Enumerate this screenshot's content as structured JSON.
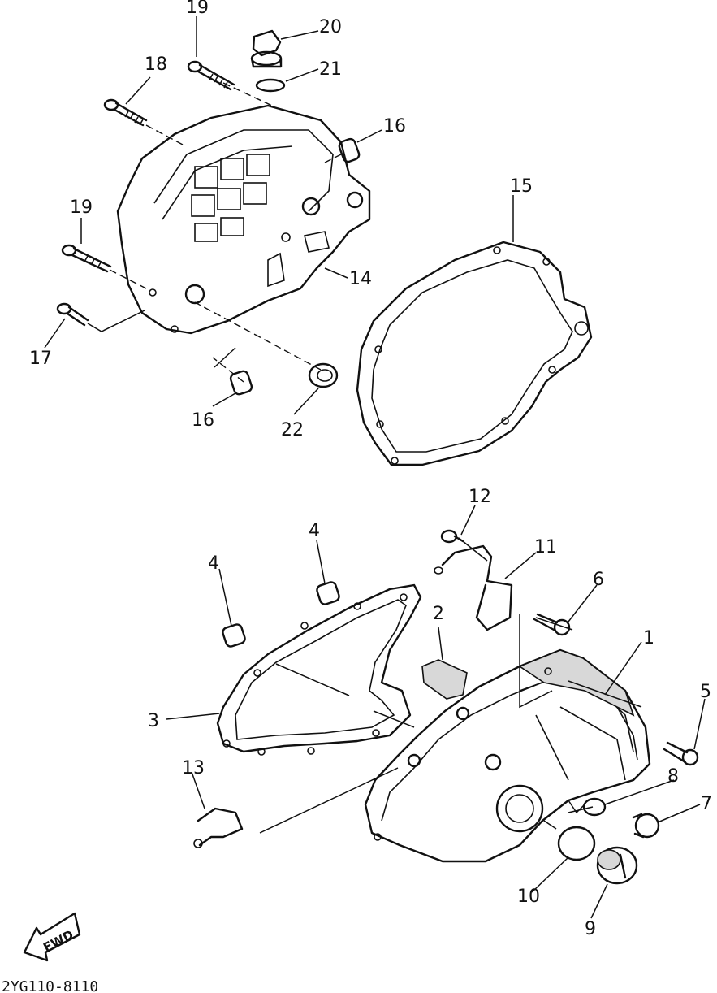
{
  "diagram": {
    "catalog_code": "2YG110-8110",
    "direction_marker": "FWD",
    "callouts": {
      "c1": "1",
      "c2": "2",
      "c3": "3",
      "c4a": "4",
      "c4b": "4",
      "c5": "5",
      "c6": "6",
      "c7": "7",
      "c8": "8",
      "c9": "9",
      "c10": "10",
      "c11": "11",
      "c12": "12",
      "c13": "13",
      "c14": "14",
      "c15": "15",
      "c16a": "16",
      "c16b": "16",
      "c17": "17",
      "c18": "18",
      "c19a": "19",
      "c19b": "19",
      "c20": "20",
      "c21": "21",
      "c22": "22"
    }
  }
}
